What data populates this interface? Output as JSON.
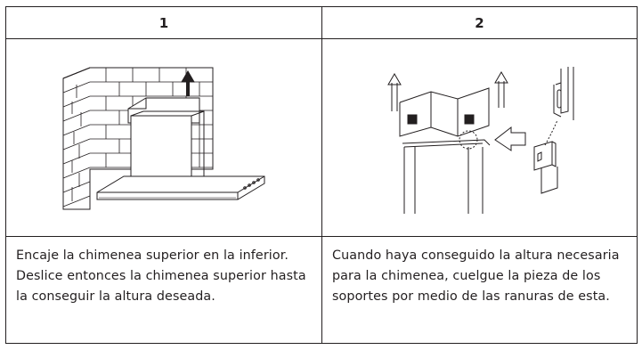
{
  "columns": [
    {
      "number": "1",
      "illustration": "hood-chimney-slide-up",
      "text": "Encaje la chimenea superior en la inferior. Deslice entonces la chimenea superior hasta la conseguir la altura deseada."
    },
    {
      "number": "2",
      "illustration": "chimney-bracket-hang",
      "text": "Cuando haya conseguido la altura necesaria para la chimenea, cuelgue la pieza de los soportes por medio de las ranuras de esta."
    }
  ]
}
